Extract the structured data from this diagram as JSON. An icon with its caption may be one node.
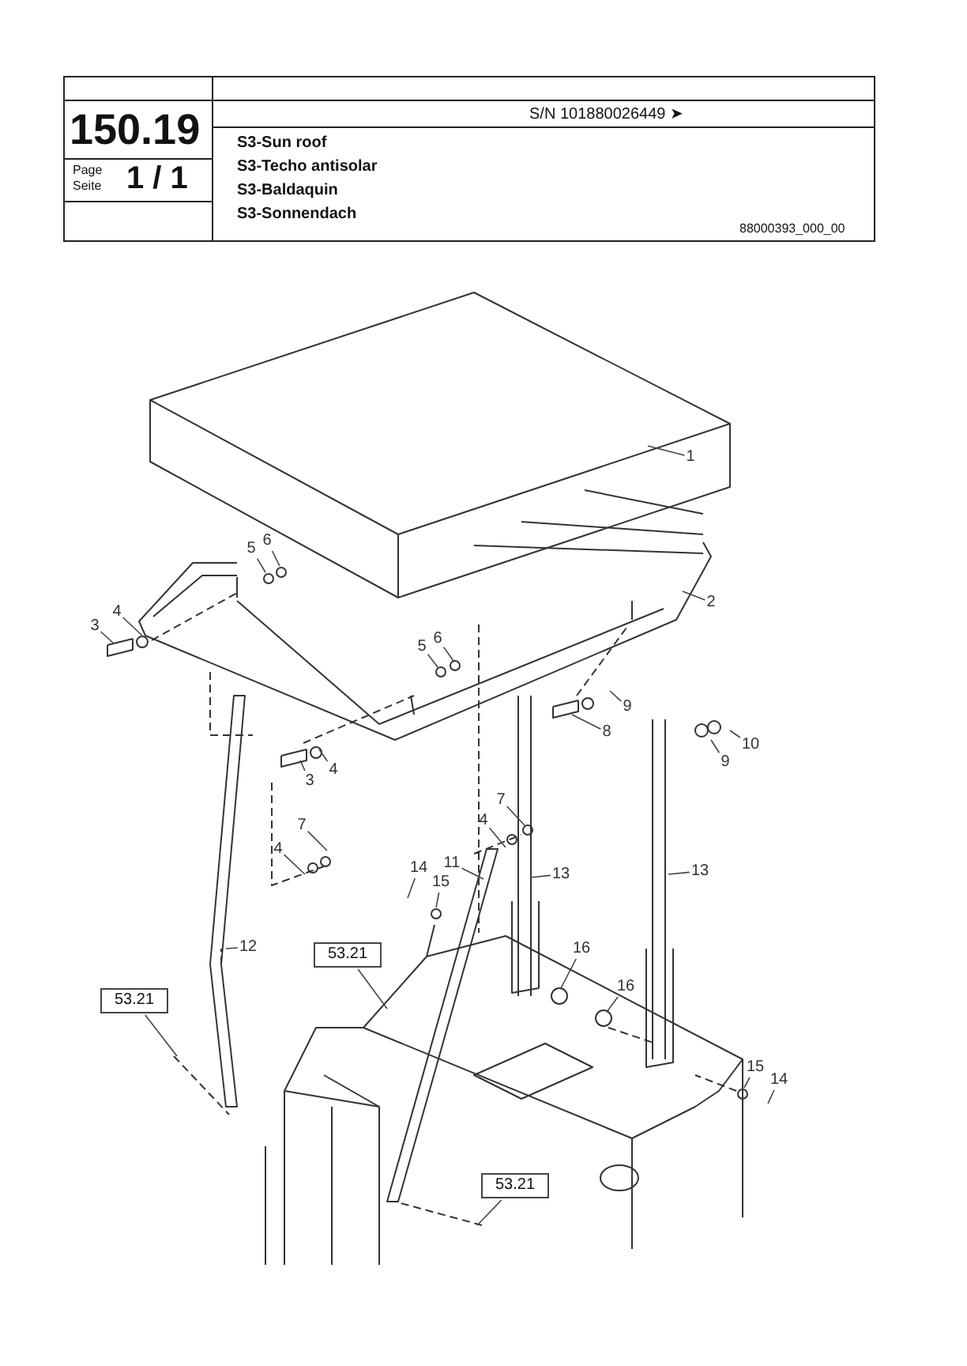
{
  "diagram": {
    "title": "150.19",
    "nodes": [
      {
        "text": [
          "1"
        ]
      },
      {
        "text": [
          "2"
        ]
      },
      {
        "text": [
          "5"
        ]
      },
      {
        "text": [
          "6"
        ]
      },
      {
        "text": [
          "4"
        ]
      },
      {
        "text": [
          "3"
        ]
      },
      {
        "text": [
          "5"
        ]
      },
      {
        "text": [
          "6"
        ]
      },
      {
        "text": [
          "9"
        ]
      },
      {
        "text": [
          "8"
        ]
      },
      {
        "text": [
          "10"
        ]
      },
      {
        "text": [
          "9"
        ]
      },
      {
        "text": [
          "3"
        ]
      },
      {
        "text": [
          "4"
        ]
      },
      {
        "text": [
          "7"
        ]
      },
      {
        "text": [
          "4"
        ]
      },
      {
        "text": [
          "7"
        ]
      },
      {
        "text": [
          "4"
        ]
      },
      {
        "text": [
          "14"
        ]
      },
      {
        "text": [
          "11"
        ]
      },
      {
        "text": [
          "15"
        ]
      },
      {
        "text": [
          "13"
        ]
      },
      {
        "text": [
          "13"
        ]
      },
      {
        "text": [
          "12"
        ]
      },
      {
        "text": [
          "53.21"
        ]
      },
      {
        "text": [
          "16"
        ]
      },
      {
        "text": [
          "16"
        ]
      },
      {
        "text": [
          "53.21"
        ]
      },
      {
        "text": [
          "15"
        ]
      },
      {
        "text": [
          "14"
        ]
      },
      {
        "text": [
          "53.21"
        ]
      }
    ],
    "edges": [
      {
        "from": 0,
        "to": null,
        "arrow": "none"
      },
      {
        "from": 1,
        "to": null,
        "arrow": "none"
      },
      {
        "from": 2,
        "to": null,
        "arrow": "none"
      },
      {
        "from": 3,
        "to": null,
        "arrow": "none"
      },
      {
        "from": 4,
        "to": null,
        "arrow": "none"
      },
      {
        "from": 5,
        "to": null,
        "arrow": "none"
      },
      {
        "from": 6,
        "to": null,
        "arrow": "none"
      },
      {
        "from": 7,
        "to": null,
        "arrow": "none"
      },
      {
        "from": 8,
        "to": null,
        "arrow": "none"
      },
      {
        "from": 9,
        "to": null,
        "arrow": "none"
      },
      {
        "from": 10,
        "to": null,
        "arrow": "none"
      },
      {
        "from": 11,
        "to": null,
        "arrow": "none"
      },
      {
        "from": 12,
        "to": null,
        "arrow": "none"
      },
      {
        "from": 13,
        "to": null,
        "arrow": "none"
      },
      {
        "from": 14,
        "to": null,
        "arrow": "none"
      },
      {
        "from": 15,
        "to": null,
        "arrow": "none"
      },
      {
        "from": 16,
        "to": null,
        "arrow": "none"
      },
      {
        "from": 17,
        "to": null,
        "arrow": "none"
      },
      {
        "from": 18,
        "to": null,
        "arrow": "none"
      },
      {
        "from": 19,
        "to": null,
        "arrow": "none"
      },
      {
        "from": 20,
        "to": null,
        "arrow": "none"
      },
      {
        "from": 21,
        "to": null,
        "arrow": "none"
      },
      {
        "from": 22,
        "to": null,
        "arrow": "none"
      },
      {
        "from": 23,
        "to": null,
        "arrow": "none"
      },
      {
        "from": 24,
        "to": null,
        "arrow": "none"
      },
      {
        "from": 25,
        "to": null,
        "arrow": "none"
      },
      {
        "from": 26,
        "to": null,
        "arrow": "none"
      },
      {
        "from": 27,
        "to": null,
        "arrow": "none"
      },
      {
        "from": 28,
        "to": null,
        "arrow": "none"
      },
      {
        "from": 29,
        "to": null,
        "arrow": "none"
      },
      {
        "from": 30,
        "to": null,
        "arrow": "none"
      }
    ],
    "labels": [
      "Page",
      "Seite",
      "1 / 1",
      "S/N 101880026449 ➤",
      "S3-Sun roof",
      "S3-Techo antisolar",
      "S3-Baldaquin",
      "S3-Sonnendach",
      "88000393_000_00"
    ]
  }
}
